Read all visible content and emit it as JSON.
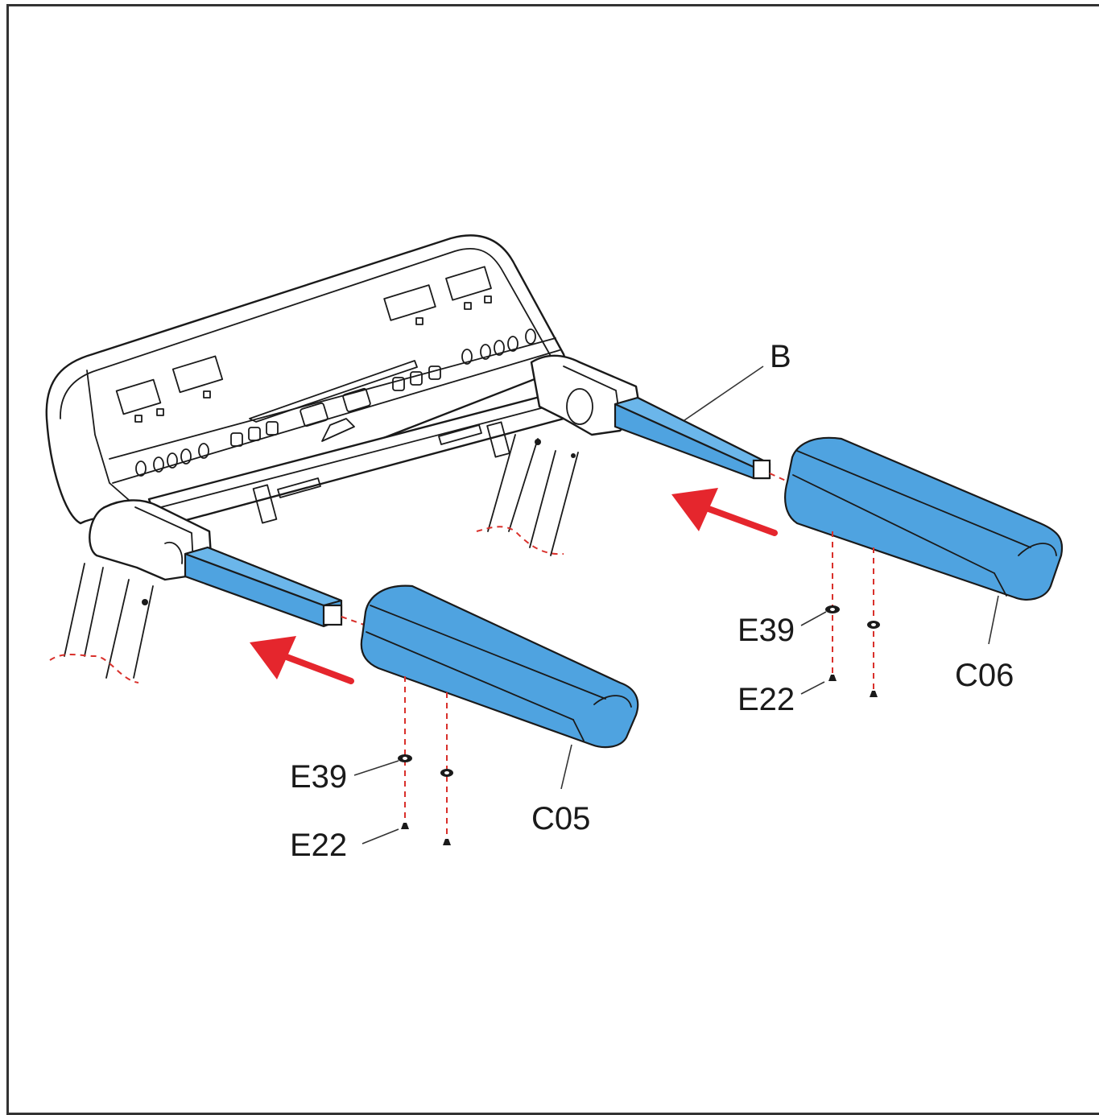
{
  "labels": {
    "b": "B",
    "e39_left": "E39",
    "e22_left": "E22",
    "c05": "C05",
    "e39_right": "E39",
    "e22_right": "E22",
    "c06": "C06"
  },
  "colors": {
    "part_fill": "#4fa3e0",
    "part_fill_light": "#6bb6ea",
    "arrow": "#e5262d",
    "dash": "#d9302b",
    "outline": "#1a1a1a"
  },
  "icons": {
    "arrow_left": "red-arrow-icon",
    "washer": "washer-icon",
    "screw": "screw-icon"
  }
}
